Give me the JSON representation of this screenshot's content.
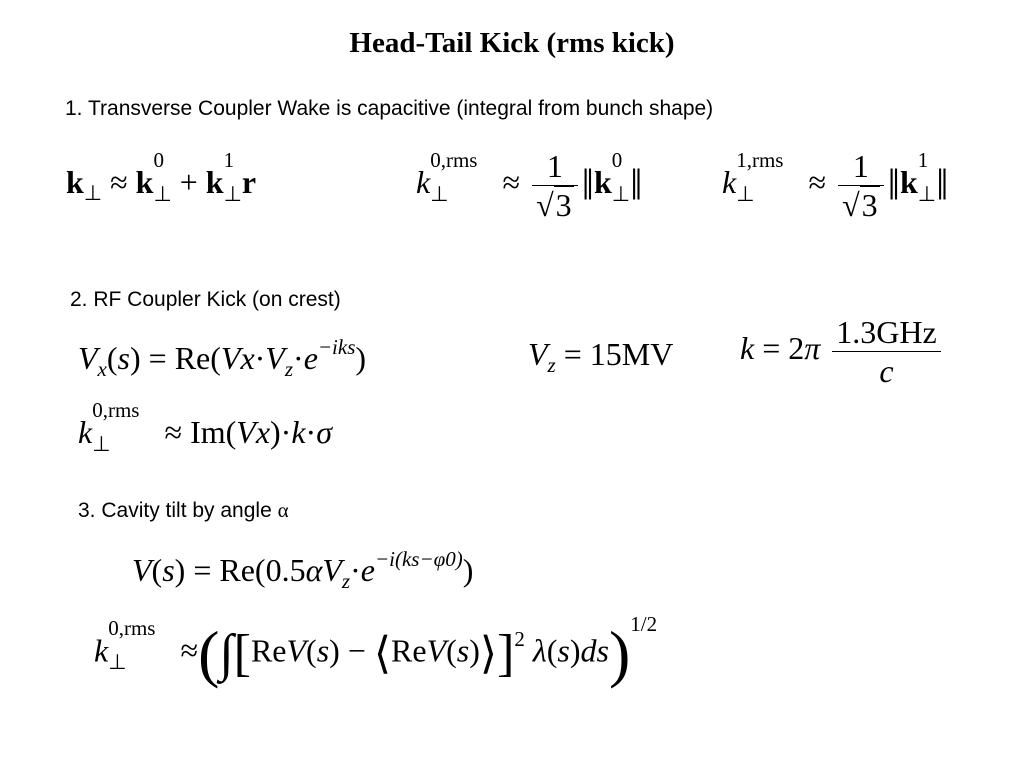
{
  "title": "Head-Tail Kick (rms kick)",
  "sections": {
    "s1": "1. Transverse Coupler Wake is capacitive (integral from bunch shape)",
    "s2": "2. RF Coupler Kick (on crest)",
    "s3_text": "3. Cavity tilt by angle",
    "s3_symbol": "α"
  },
  "eq": {
    "frac_num": "1",
    "sqrt_arg": "3",
    "sup0": "0",
    "sup1": "1",
    "sup0rms": "0,rms",
    "sup1rms": "1,rms",
    "vz_value": "15MV",
    "k_coef": "1.3GHz",
    "k_den": "c",
    "re_expo": "−iks",
    "tilt_expo": "−i(ks−φ0)",
    "power_half": "1/2",
    "power_two": "2"
  }
}
